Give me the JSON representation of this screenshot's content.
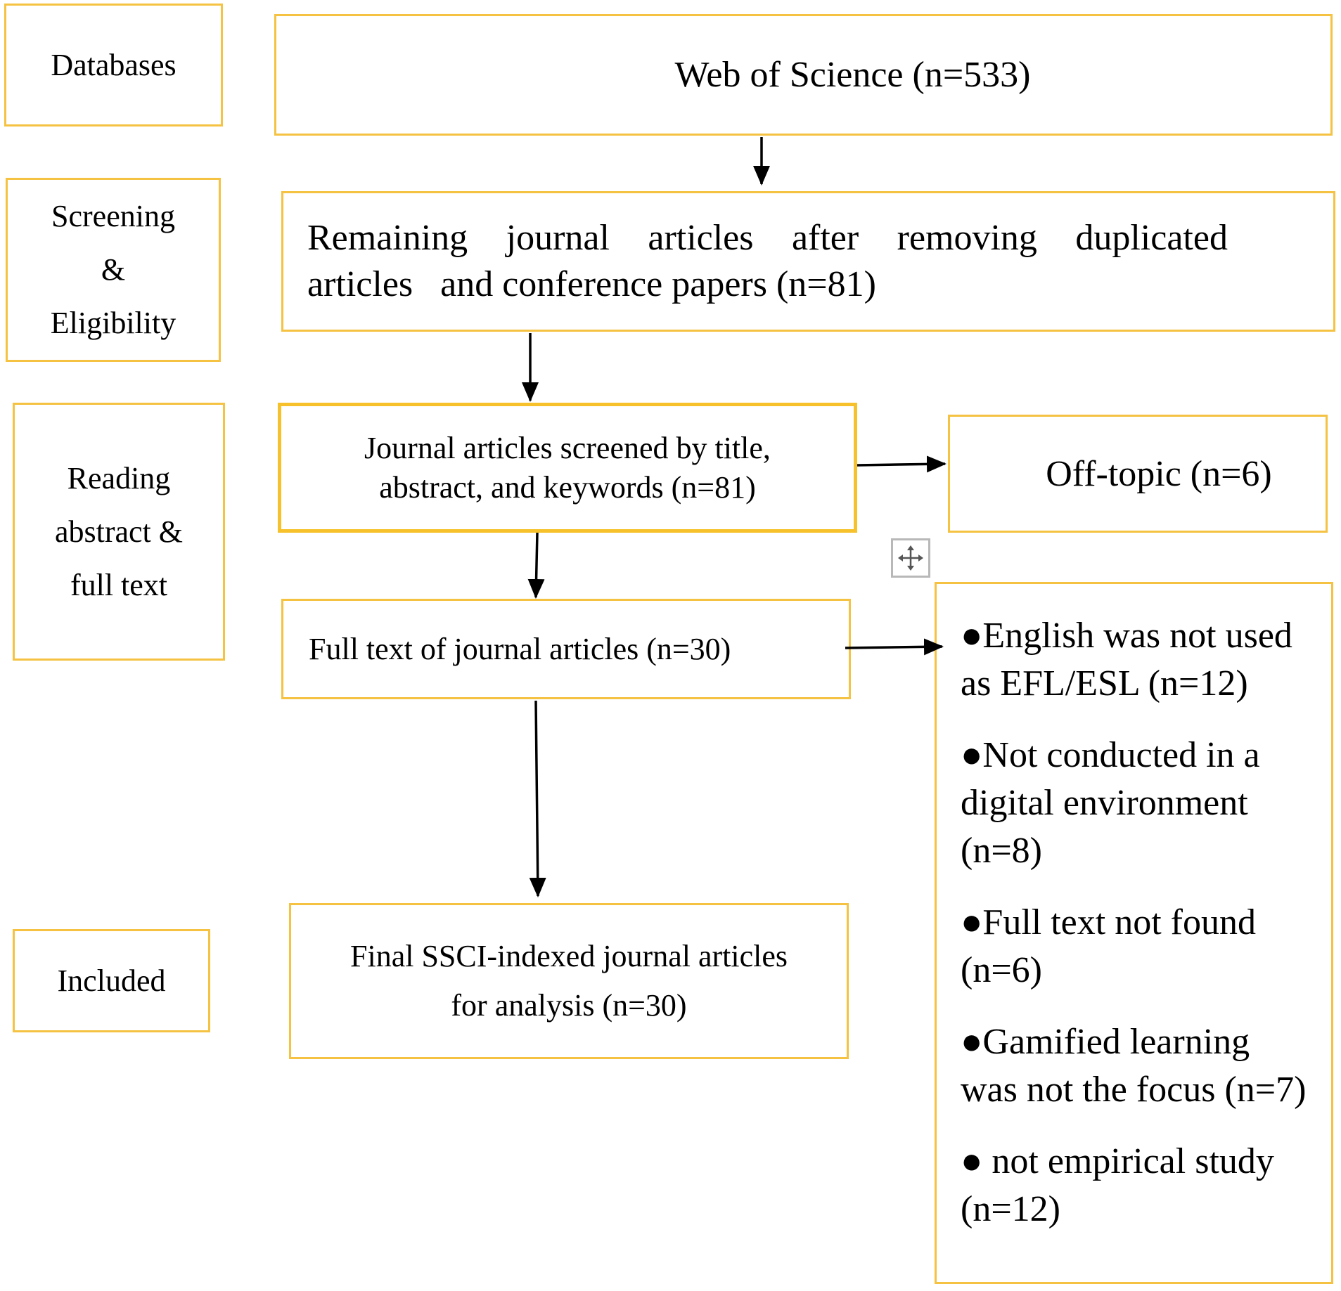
{
  "stages": {
    "databases": "Databases",
    "screening": [
      "Screening",
      "&",
      "Eligibility"
    ],
    "reading": [
      "Reading",
      "abstract &",
      "full text"
    ],
    "included": "Included"
  },
  "boxes": {
    "web_of_science": "Web of Science (n=533)",
    "remaining": {
      "line1": [
        "Remaining",
        "journal",
        "articles",
        "after",
        "removing",
        "duplicated"
      ],
      "line2": "articles   and conference papers (n=81)"
    },
    "screened": [
      "Journal articles screened by title,",
      "abstract, and keywords (n=81)"
    ],
    "off_topic": "Off-topic (n=6)",
    "full_text": "Full text of journal articles (n=30)",
    "final": [
      "Final SSCI-indexed journal articles",
      "for analysis (n=30)"
    ],
    "excluded": [
      "●English  was  not used  as EFL/ESL (n=12)",
      "●Not conducted in a digital environment (n=8)",
      "●Full text not found (n=6)",
      "●Gamified learning was not the focus (n=7)",
      "● not empirical study (n=12)"
    ]
  },
  "colors": {
    "box_border": "#f5c242",
    "arrow": "#000000",
    "handle": "#b8b8b8"
  },
  "icons": {
    "move_handle": "move-arrows-icon"
  }
}
